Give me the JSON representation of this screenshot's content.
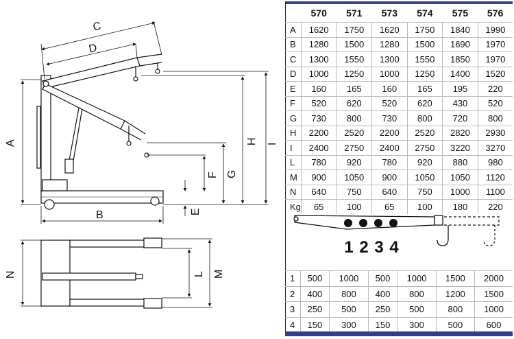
{
  "diagram": {
    "side_labels": {
      "C": "C",
      "D": "D",
      "A": "A",
      "B": "B",
      "E": "E",
      "F": "F",
      "G": "G",
      "H": "H",
      "I": "I"
    },
    "top_labels": {
      "N": "N",
      "L": "L",
      "M": "M"
    }
  },
  "specs": {
    "models": [
      "570",
      "571",
      "573",
      "574",
      "575",
      "576"
    ],
    "dimension_rows": [
      {
        "key": "A",
        "values": [
          "1620",
          "1750",
          "1620",
          "1750",
          "1840",
          "1990"
        ]
      },
      {
        "key": "B",
        "values": [
          "1280",
          "1500",
          "1280",
          "1500",
          "1690",
          "1970"
        ]
      },
      {
        "key": "C",
        "values": [
          "1300",
          "1550",
          "1300",
          "1550",
          "1850",
          "1970"
        ]
      },
      {
        "key": "D",
        "values": [
          "1000",
          "1250",
          "1000",
          "1250",
          "1400",
          "1520"
        ]
      },
      {
        "key": "E",
        "values": [
          "160",
          "165",
          "160",
          "165",
          "195",
          "220"
        ]
      },
      {
        "key": "F",
        "values": [
          "520",
          "620",
          "520",
          "620",
          "430",
          "520"
        ]
      },
      {
        "key": "G",
        "values": [
          "730",
          "800",
          "730",
          "800",
          "720",
          "800"
        ]
      },
      {
        "key": "H",
        "values": [
          "2200",
          "2520",
          "2200",
          "2520",
          "2820",
          "2930"
        ]
      },
      {
        "key": "I",
        "values": [
          "2400",
          "2750",
          "2400",
          "2750",
          "3220",
          "3270"
        ]
      },
      {
        "key": "L",
        "values": [
          "780",
          "920",
          "780",
          "920",
          "880",
          "980"
        ]
      },
      {
        "key": "M",
        "values": [
          "900",
          "1050",
          "900",
          "1050",
          "1050",
          "1120"
        ]
      },
      {
        "key": "N",
        "values": [
          "640",
          "750",
          "640",
          "750",
          "1000",
          "1100"
        ]
      },
      {
        "key": "Kg",
        "values": [
          "65",
          "100",
          "65",
          "100",
          "180",
          "220"
        ]
      }
    ],
    "boom_positions": [
      "1",
      "2",
      "3",
      "4"
    ],
    "load_rows": [
      {
        "key": "1",
        "values": [
          "500",
          "1000",
          "500",
          "1000",
          "1500",
          "2000"
        ]
      },
      {
        "key": "2",
        "values": [
          "400",
          "800",
          "400",
          "800",
          "1200",
          "1500"
        ]
      },
      {
        "key": "3",
        "values": [
          "250",
          "500",
          "250",
          "500",
          "800",
          "1000"
        ]
      },
      {
        "key": "4",
        "values": [
          "150",
          "300",
          "150",
          "300",
          "500",
          "600"
        ]
      }
    ]
  }
}
